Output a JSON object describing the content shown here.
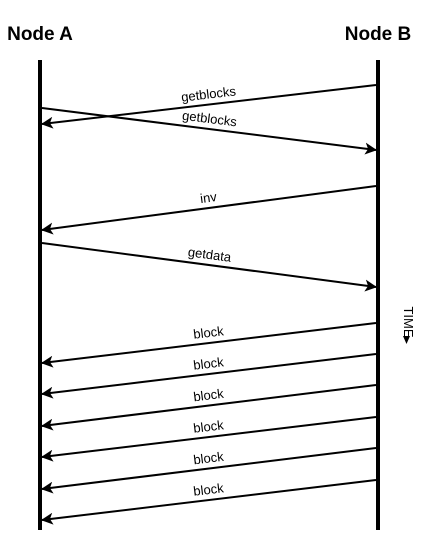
{
  "nodes": {
    "a": {
      "label": "Node A"
    },
    "b": {
      "label": "Node B"
    }
  },
  "time_label": "TIME",
  "messages": [
    {
      "label": "getblocks",
      "from": "b",
      "to": "a"
    },
    {
      "label": "getblocks",
      "from": "a",
      "to": "b"
    },
    {
      "label": "inv",
      "from": "b",
      "to": "a"
    },
    {
      "label": "getdata",
      "from": "a",
      "to": "b"
    },
    {
      "label": "block",
      "from": "b",
      "to": "a"
    },
    {
      "label": "block",
      "from": "b",
      "to": "a"
    },
    {
      "label": "block",
      "from": "b",
      "to": "a"
    },
    {
      "label": "block",
      "from": "b",
      "to": "a"
    },
    {
      "label": "block",
      "from": "b",
      "to": "a"
    },
    {
      "label": "block",
      "from": "b",
      "to": "a"
    }
  ],
  "colors": {
    "ink": "#000000",
    "background": "#ffffff"
  }
}
